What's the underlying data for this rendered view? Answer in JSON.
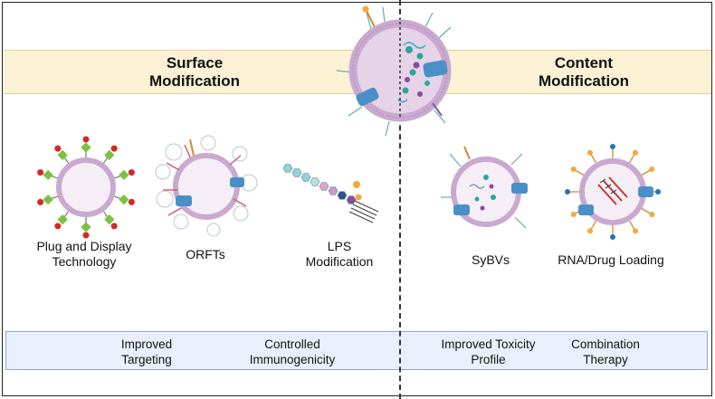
{
  "headings": {
    "surface": [
      "Surface",
      "Modification"
    ],
    "content": [
      "Content",
      "Modification"
    ]
  },
  "techniques": [
    {
      "id": "plug-display",
      "lines": [
        "Plug and Display",
        "Technology"
      ]
    },
    {
      "id": "orfts",
      "lines": [
        "ORFTs"
      ]
    },
    {
      "id": "lps",
      "lines": [
        "LPS",
        "Modification"
      ]
    },
    {
      "id": "sybvs",
      "lines": [
        "SyBVs"
      ]
    },
    {
      "id": "rna-drug",
      "lines": [
        "RNA/Drug Loading"
      ]
    }
  ],
  "benefits": [
    {
      "lines": [
        "Improved",
        "Targeting"
      ]
    },
    {
      "lines": [
        "Controlled",
        "Immunogenicity"
      ]
    },
    {
      "lines": [
        "Improved Toxicity",
        "Profile"
      ]
    },
    {
      "lines": [
        "Combination",
        "Therapy"
      ]
    }
  ],
  "colors": {
    "top_band": "#fbf1d4",
    "bottom_band": "#e9f0fb",
    "membrane": "#c9a9cf",
    "membrane_inner": "#e6d3e8",
    "protein_blue": "#4a90c8",
    "antigen_green": "#7cc242",
    "antigen_red": "#d62828",
    "cargo_teal": "#2aa79b",
    "cargo_purple": "#8c4a9c",
    "ligand_orange": "#f2a93b"
  }
}
